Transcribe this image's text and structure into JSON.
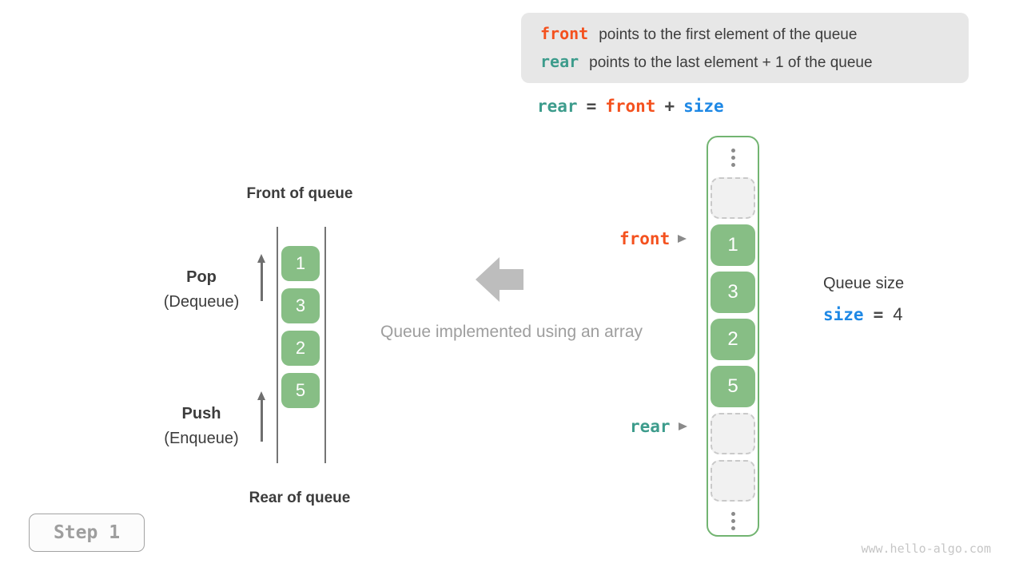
{
  "colors": {
    "accent_orange": "#f4511e",
    "accent_teal": "#3d9c8c",
    "accent_blue": "#1e88e5",
    "cell_green": "#87be85",
    "container_border_green": "#72b471",
    "info_box_bg": "#e7e7e7",
    "muted_gray": "#9e9e9e"
  },
  "info_box": {
    "lines": [
      {
        "code": "front",
        "text": "points to the first element of the queue"
      },
      {
        "code": "rear",
        "text": "points to the last element + 1 of the queue"
      }
    ]
  },
  "formula": {
    "lhs": "rear",
    "eq": "=",
    "front": "front",
    "plus": "+",
    "size": "size"
  },
  "left_queue": {
    "front_title": "Front of queue",
    "rear_title": "Rear of queue",
    "pop": {
      "title": "Pop",
      "subtitle": "(Dequeue)"
    },
    "push": {
      "title": "Push",
      "subtitle": "(Enqueue)"
    },
    "values": [
      "1",
      "3",
      "2",
      "5"
    ]
  },
  "center": {
    "caption": "Queue implemented using an array"
  },
  "array": {
    "cells": [
      {
        "type": "ellipsis"
      },
      {
        "type": "empty"
      },
      {
        "type": "value",
        "value": "1"
      },
      {
        "type": "value",
        "value": "3"
      },
      {
        "type": "value",
        "value": "2"
      },
      {
        "type": "value",
        "value": "5"
      },
      {
        "type": "empty"
      },
      {
        "type": "empty"
      },
      {
        "type": "ellipsis"
      }
    ],
    "front_pointer": {
      "label": "front"
    },
    "rear_pointer": {
      "label": "rear"
    }
  },
  "size_info": {
    "title": "Queue size",
    "code": "size",
    "eq": "=",
    "value": "4"
  },
  "step_badge": {
    "label": "Step 1"
  },
  "watermark": {
    "text": "www.hello-algo.com"
  }
}
